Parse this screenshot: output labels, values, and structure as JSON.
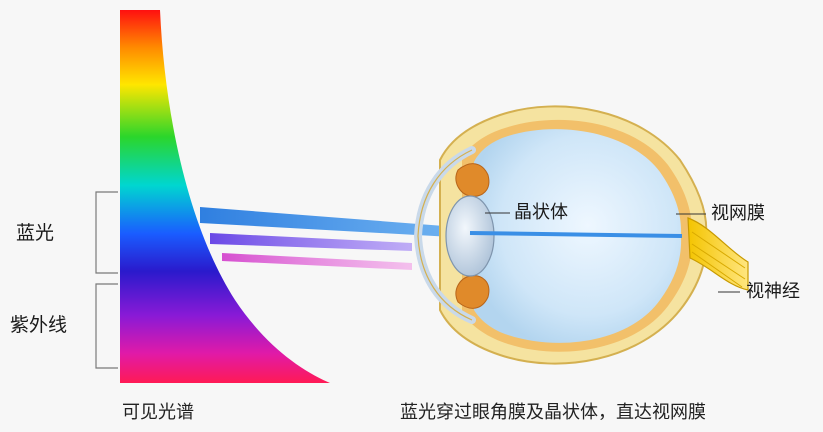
{
  "labels": {
    "blue_light": "蓝光",
    "uv": "紫外线",
    "lens": "晶状体",
    "retina": "视网膜",
    "optic_nerve": "视神经"
  },
  "captions": {
    "spectrum": "可见光谱",
    "description": "蓝光穿过眼角膜及晶状体，直达视网膜"
  }
}
